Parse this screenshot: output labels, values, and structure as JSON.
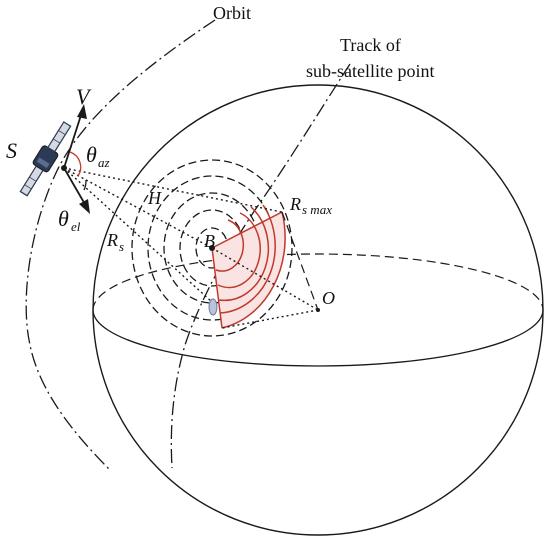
{
  "labels": {
    "orbit": "Orbit",
    "track_line1": "Track of",
    "track_line2": "sub-satellite point",
    "satellite": "S",
    "velocity": "V",
    "theta": "θ",
    "az": "az",
    "el": "el",
    "H": "H",
    "R": "R",
    "r_s": "s",
    "r_smax": "s max",
    "B": "B",
    "O": "O"
  },
  "colors": {
    "line": "#1a1a1a",
    "beam_sector": "#c0392b",
    "sector_fill": "#f9e3e3",
    "satellite_body": "#2b3a55",
    "pointer": "#6b7a99"
  },
  "icons": [
    "satellite-icon",
    "velocity-arrow-icon"
  ]
}
